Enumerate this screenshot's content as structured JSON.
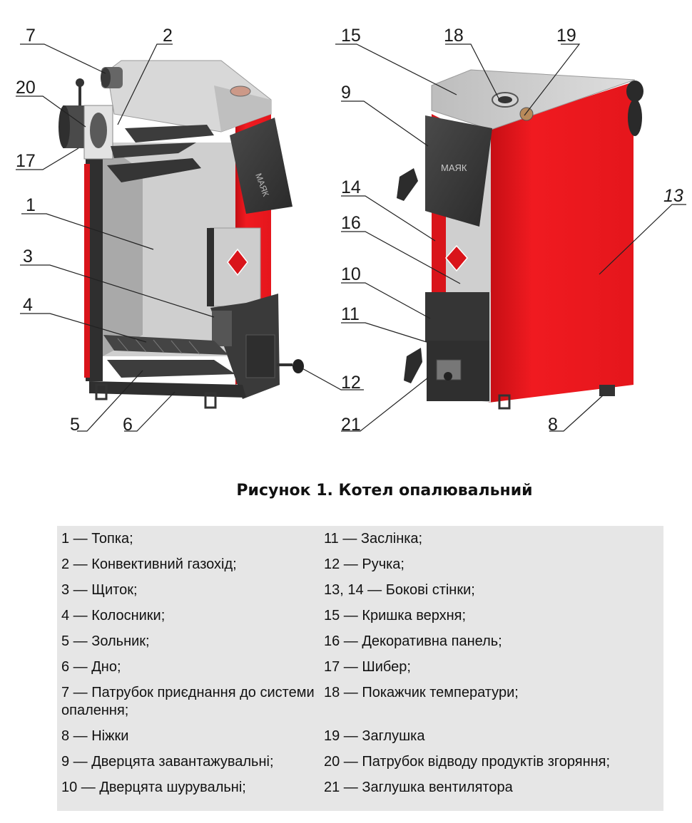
{
  "callouts": {
    "c7": "7",
    "c2": "2",
    "c20": "20",
    "c17": "17",
    "c1": "1",
    "c3": "3",
    "c4": "4",
    "c5": "5",
    "c6": "6",
    "c12": "12",
    "c15": "15",
    "c18": "18",
    "c19": "19",
    "c9": "9",
    "c14": "14",
    "c16": "16",
    "c10": "10",
    "c11": "11",
    "c21": "21",
    "c8": "8",
    "c13": "13"
  },
  "brand": {
    "door_logo": "МАЯК"
  },
  "caption": "Рисунок 1. Котел опалювальний",
  "legend": {
    "left": [
      "1 — Топка;",
      "2 — Конвективний газохід;",
      "3 — Щиток;",
      "4 — Колосники;",
      "5 — Зольник;",
      "6 — Дно;",
      "7 — Патрубок приєднання до системи опалення;",
      "8 — Ніжки",
      "9 — Дверцята завантажувальні;",
      "10 — Дверцята шурувальні;"
    ],
    "right": [
      "11 — Заслінка;",
      "12 — Ручка;",
      "13, 14 — Бокові стінки;",
      "15 — Кришка верхня;",
      "16 — Декоративна панель;",
      "17 — Шибер;",
      "18 — Покажчик температури;",
      "",
      "19 — Заглушка",
      "20 — Патрубок відводу продуктів згоряння;",
      "21 — Заглушка вентилятора"
    ]
  },
  "colors": {
    "body_red": "#e8141b",
    "panel_grey": "#c9c9c9",
    "dark": "#3a3a3a",
    "legend_bg": "#e6e6e6"
  }
}
